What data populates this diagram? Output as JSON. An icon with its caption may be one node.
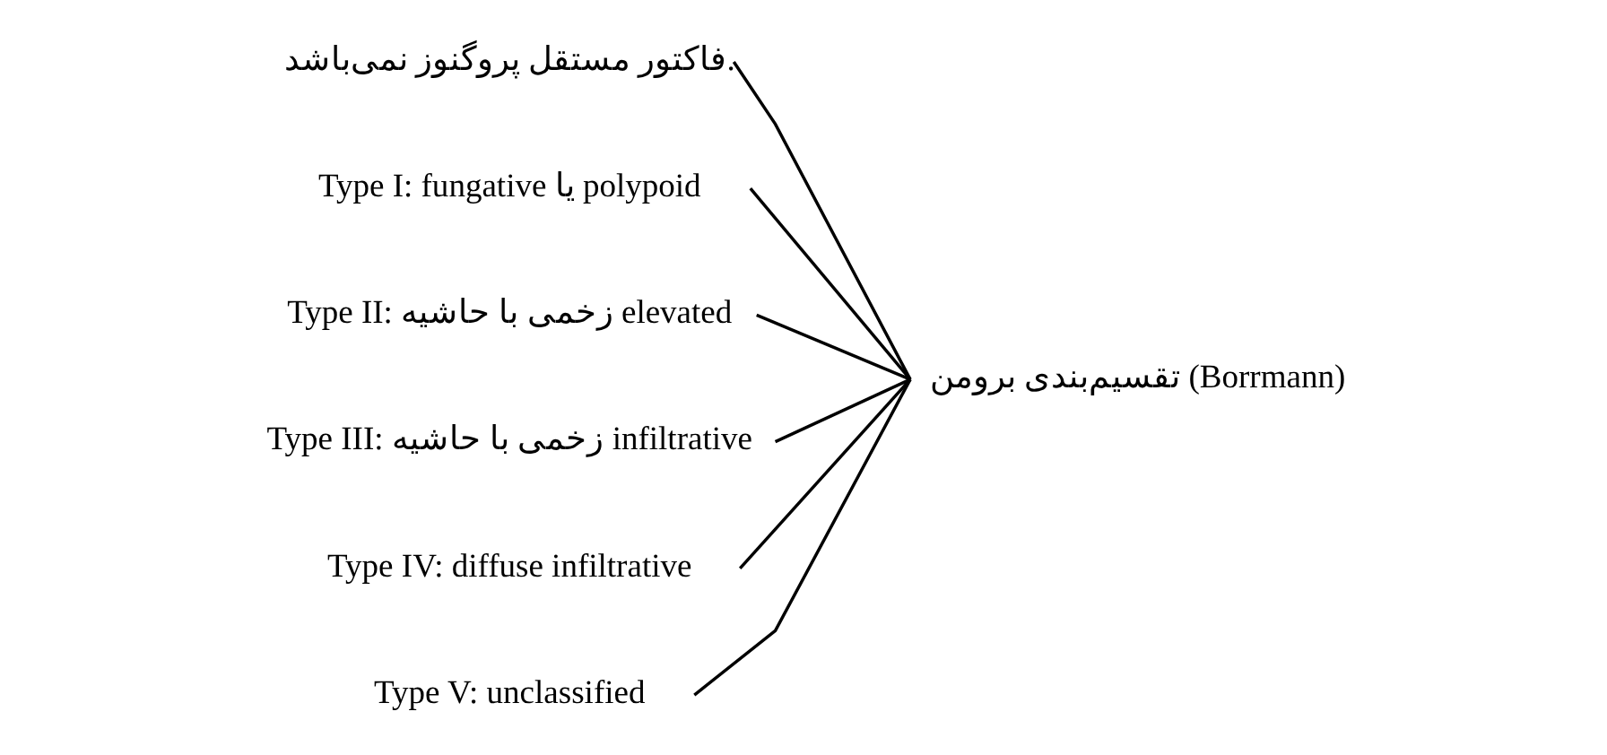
{
  "diagram": {
    "nodes": [
      {
        "text": [
          "تقسیم‌بندی برومن (Borrmann)"
        ]
      },
      {
        "text": [
          "فاکتور مستقل پروگنوز نمی‌باشد."
        ]
      },
      {
        "text": [
          "Type I: fungative یا polypoid"
        ]
      },
      {
        "text": [
          "Type II: زخمی با حاشیه elevated"
        ]
      },
      {
        "text": [
          "Type III: زخمی با حاشیه infiltrative"
        ]
      },
      {
        "text": [
          "Type IV: diffuse infiltrative"
        ]
      },
      {
        "text": [
          "Type V: unclassified"
        ]
      }
    ],
    "edges": [
      {
        "from": 0,
        "to": 1,
        "arrow": "none"
      },
      {
        "from": 0,
        "to": 2,
        "arrow": "none"
      },
      {
        "from": 0,
        "to": 3,
        "arrow": "none"
      },
      {
        "from": 0,
        "to": 4,
        "arrow": "none"
      },
      {
        "from": 0,
        "to": 5,
        "arrow": "none"
      },
      {
        "from": 0,
        "to": 6,
        "arrow": "none"
      }
    ]
  }
}
